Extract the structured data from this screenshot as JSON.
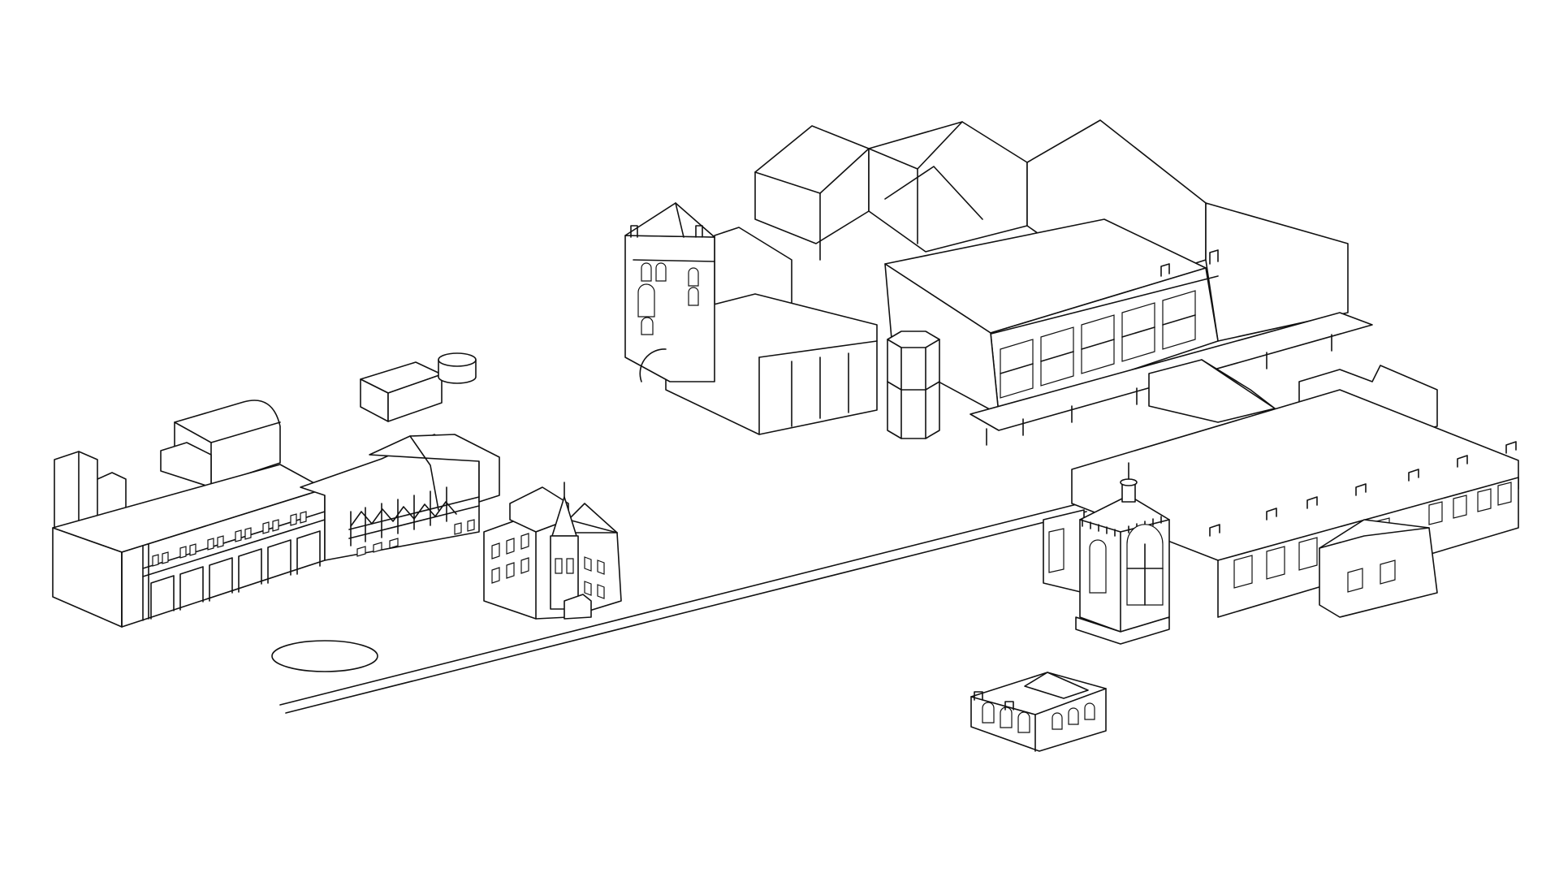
{
  "colors": {
    "background": "#ffffff",
    "line": "#111111"
  },
  "scene": {
    "kind": "isometric line drawing of a town block",
    "elements": [
      "road",
      "pond",
      "left-shopping-row",
      "left-vaulted-roof-building",
      "left-stepped-gable",
      "small-box-shed",
      "cylindrical-tank",
      "half-timbered-hall",
      "gothic-villa",
      "brewery-tower",
      "warehouse-complex",
      "octagonal-silo",
      "station-building",
      "small-pavilion"
    ]
  }
}
